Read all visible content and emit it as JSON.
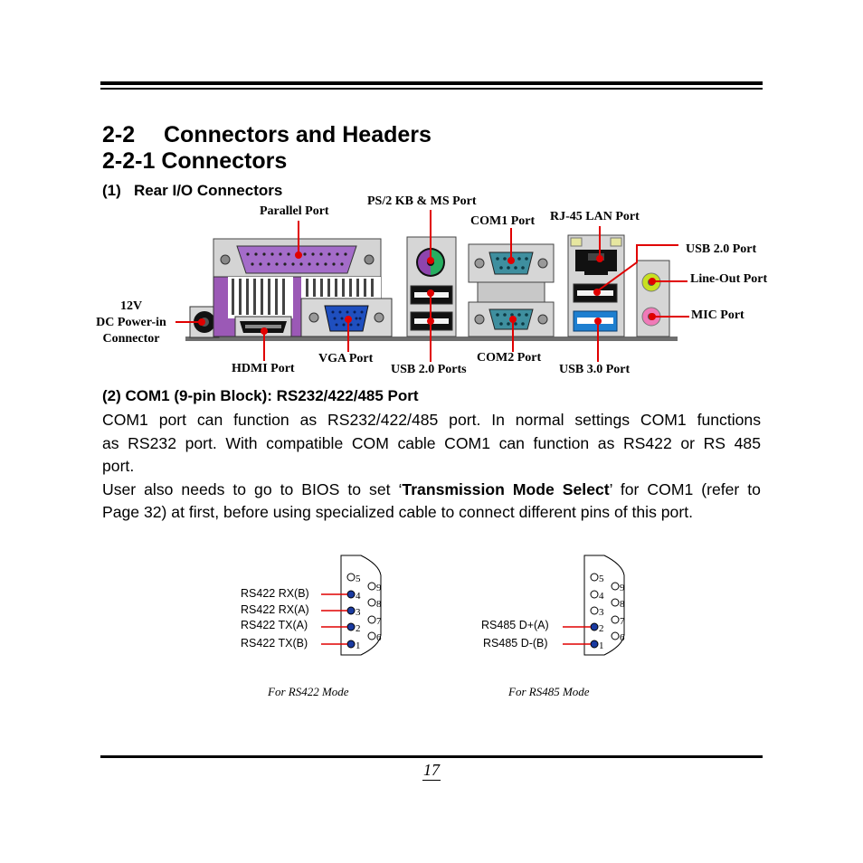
{
  "heading": {
    "section_num": "2-2",
    "section_title": "Connectors and Headers",
    "subsection_num": "2-2-1",
    "subsection_title": "Connectors"
  },
  "rear_io": {
    "title": "(1)   Rear I/O Connectors",
    "labels": {
      "parallel": "Parallel Port",
      "ps2": "PS/2 KB & MS Port",
      "com1": "COM1 Port",
      "rj45": "RJ-45 LAN Port",
      "usb20_right": "USB 2.0 Port",
      "lineout": "Line-Out Port",
      "mic": "MIC Port",
      "dc_line1": "12V",
      "dc_line2": "DC Power-in",
      "dc_line3": "Connector",
      "hdmi": "HDMI Port",
      "vga": "VGA Port",
      "usb20_ports": "USB 2.0 Ports",
      "com2": "COM2 Port",
      "usb30": "USB 3.0 Port"
    }
  },
  "com1_section": {
    "title": "(2) COM1 (9-pin Block): RS232/422/485 Port",
    "para1_lines": [
      "COM1 port can function as RS232/422/485 port. In normal settings COM1 functions",
      "as RS232 port. With compatible COM cable COM1 can function as RS422 or RS 485",
      "port."
    ],
    "para2_line1_pre": "User also needs to go to BIOS to set ‘",
    "para2_line1_bold": "Transmission Mode Select",
    "para2_line1_post": "’ for COM1 (refer to",
    "para2_line2": "Page 32) at first, before using specialized cable to connect different pins of this port."
  },
  "rs422": {
    "pins": [
      "RS422 RX(B)",
      "RS422 RX(A)",
      "RS422 TX(A)",
      "RS422 TX(B)"
    ],
    "caption": "For RS422 Mode"
  },
  "rs485": {
    "pins": [
      "RS485 D+(A)",
      "RS485 D-(B)"
    ],
    "caption": "For RS485 Mode"
  },
  "pin_numbers": {
    "left_col": [
      "5",
      "4",
      "3",
      "2",
      "1"
    ],
    "right_col": [
      "9",
      "8",
      "7",
      "6"
    ]
  },
  "colors": {
    "purple": "#9b59b6",
    "vga_blue": "#1f4fbf",
    "usb3_blue": "#1e7fd0",
    "com_teal": "#3f8f9f",
    "red": "#e00000",
    "pin_blue": "#1a3aa0",
    "lime": "#c8e020",
    "pink": "#f07ab8"
  },
  "page_number": "17"
}
